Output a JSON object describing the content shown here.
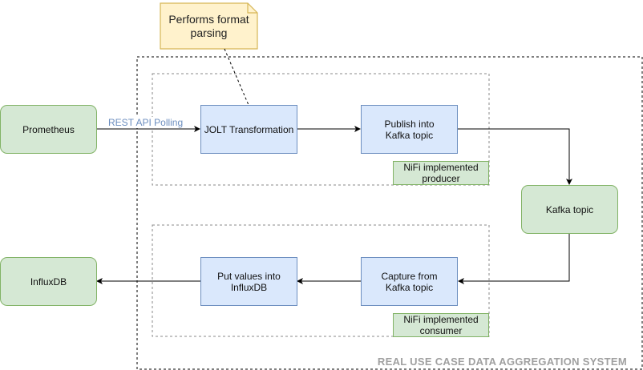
{
  "note": {
    "text": "Performs format\nparsing"
  },
  "nodes": {
    "prometheus": "Prometheus",
    "jolt": "JOLT Transformation",
    "publish": "Publish into\nKafka topic",
    "kafka": "Kafka topic",
    "capture": "Capture from\nKafka topic",
    "put_values": "Put values into\nInfluxDB",
    "influxdb": "InfluxDB"
  },
  "tags": {
    "producer": "NiFi implemented\nproducer",
    "consumer": "NiFi implemented\nconsumer"
  },
  "edges": {
    "rest_label": "REST API Polling"
  },
  "system": {
    "label": "REAL USE CASE DATA AGGREGATION SYSTEM"
  },
  "colors": {
    "green_fill": "#d5e8d4",
    "green_stroke": "#82b366",
    "blue_fill": "#dae8fc",
    "blue_stroke": "#6c8ebf",
    "note_fill": "#fff2cc",
    "note_stroke": "#d6b656"
  }
}
